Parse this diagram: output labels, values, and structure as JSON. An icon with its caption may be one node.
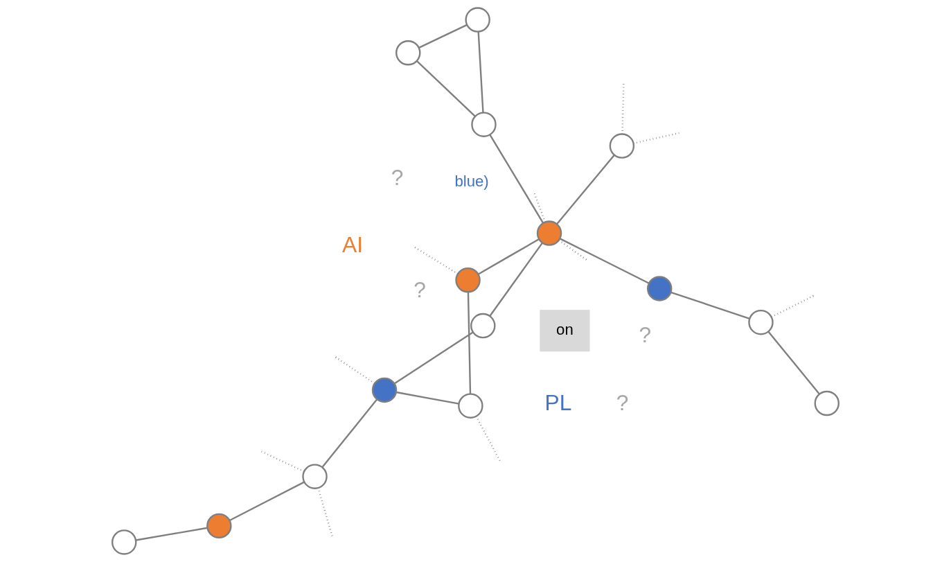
{
  "diagram": {
    "nodes": [
      {
        "text": [],
        "shape": "circle"
      },
      {
        "text": [],
        "shape": "circle"
      },
      {
        "text": [],
        "shape": "circle"
      },
      {
        "text": [],
        "shape": "circle"
      },
      {
        "text": [],
        "shape": "circle"
      },
      {
        "text": [],
        "shape": "circle"
      },
      {
        "text": [],
        "shape": "circle"
      },
      {
        "text": [],
        "shape": "circle"
      },
      {
        "text": [],
        "shape": "circle"
      },
      {
        "text": [],
        "shape": "circle"
      },
      {
        "text": [],
        "shape": "circle"
      },
      {
        "text": [],
        "shape": "circle"
      },
      {
        "text": [],
        "shape": "circle"
      },
      {
        "text": [],
        "shape": "circle"
      },
      {
        "text": [],
        "shape": "circle"
      },
      {
        "text": [
          "on"
        ]
      }
    ],
    "edges": [
      {
        "from": 0,
        "to": 1,
        "arrow": "none"
      },
      {
        "from": 1,
        "to": 4,
        "arrow": "none"
      },
      {
        "from": 4,
        "to": 8,
        "arrow": "none"
      },
      {
        "from": 2,
        "to": 3,
        "arrow": "none"
      },
      {
        "from": 2,
        "to": 6,
        "arrow": "none"
      },
      {
        "from": 3,
        "to": 8,
        "arrow": "none"
      },
      {
        "from": 7,
        "to": 6,
        "arrow": "none"
      },
      {
        "from": 7,
        "to": 10,
        "arrow": "none"
      },
      {
        "from": 10,
        "to": 14,
        "arrow": "none"
      },
      {
        "from": 6,
        "to": 12,
        "arrow": "none"
      },
      {
        "from": 12,
        "to": 8,
        "arrow": "none"
      },
      {
        "from": 8,
        "to": 5,
        "arrow": "none"
      },
      {
        "from": 5,
        "to": 9,
        "arrow": "none"
      },
      {
        "from": 5,
        "to": 11,
        "arrow": "none"
      },
      {
        "from": 11,
        "to": 9,
        "arrow": "none"
      },
      {
        "from": 8,
        "to": 13,
        "arrow": "none"
      },
      {
        "from": 1,
        "to": null,
        "arrow": "none",
        "style": "dashed"
      },
      {
        "from": 2,
        "to": null,
        "arrow": "none",
        "style": "dashed"
      },
      {
        "from": 3,
        "to": null,
        "arrow": "none",
        "style": "dashed"
      },
      {
        "from": 6,
        "to": null,
        "arrow": "none",
        "style": "dashed"
      },
      {
        "from": 7,
        "to": null,
        "arrow": "none",
        "style": "dashed"
      },
      {
        "from": 7,
        "to": null,
        "arrow": "none",
        "style": "dashed"
      },
      {
        "from": 8,
        "to": null,
        "arrow": "none",
        "style": "dashed"
      },
      {
        "from": 8,
        "to": null,
        "arrow": "none",
        "style": "dashed"
      },
      {
        "from": 13,
        "to": null,
        "arrow": "none",
        "style": "dashed"
      },
      {
        "from": 13,
        "to": null,
        "arrow": "none",
        "style": "dashed"
      }
    ],
    "labels": [
      "blue)",
      "?",
      "?",
      "PL",
      "?",
      "AI",
      "?"
    ]
  }
}
